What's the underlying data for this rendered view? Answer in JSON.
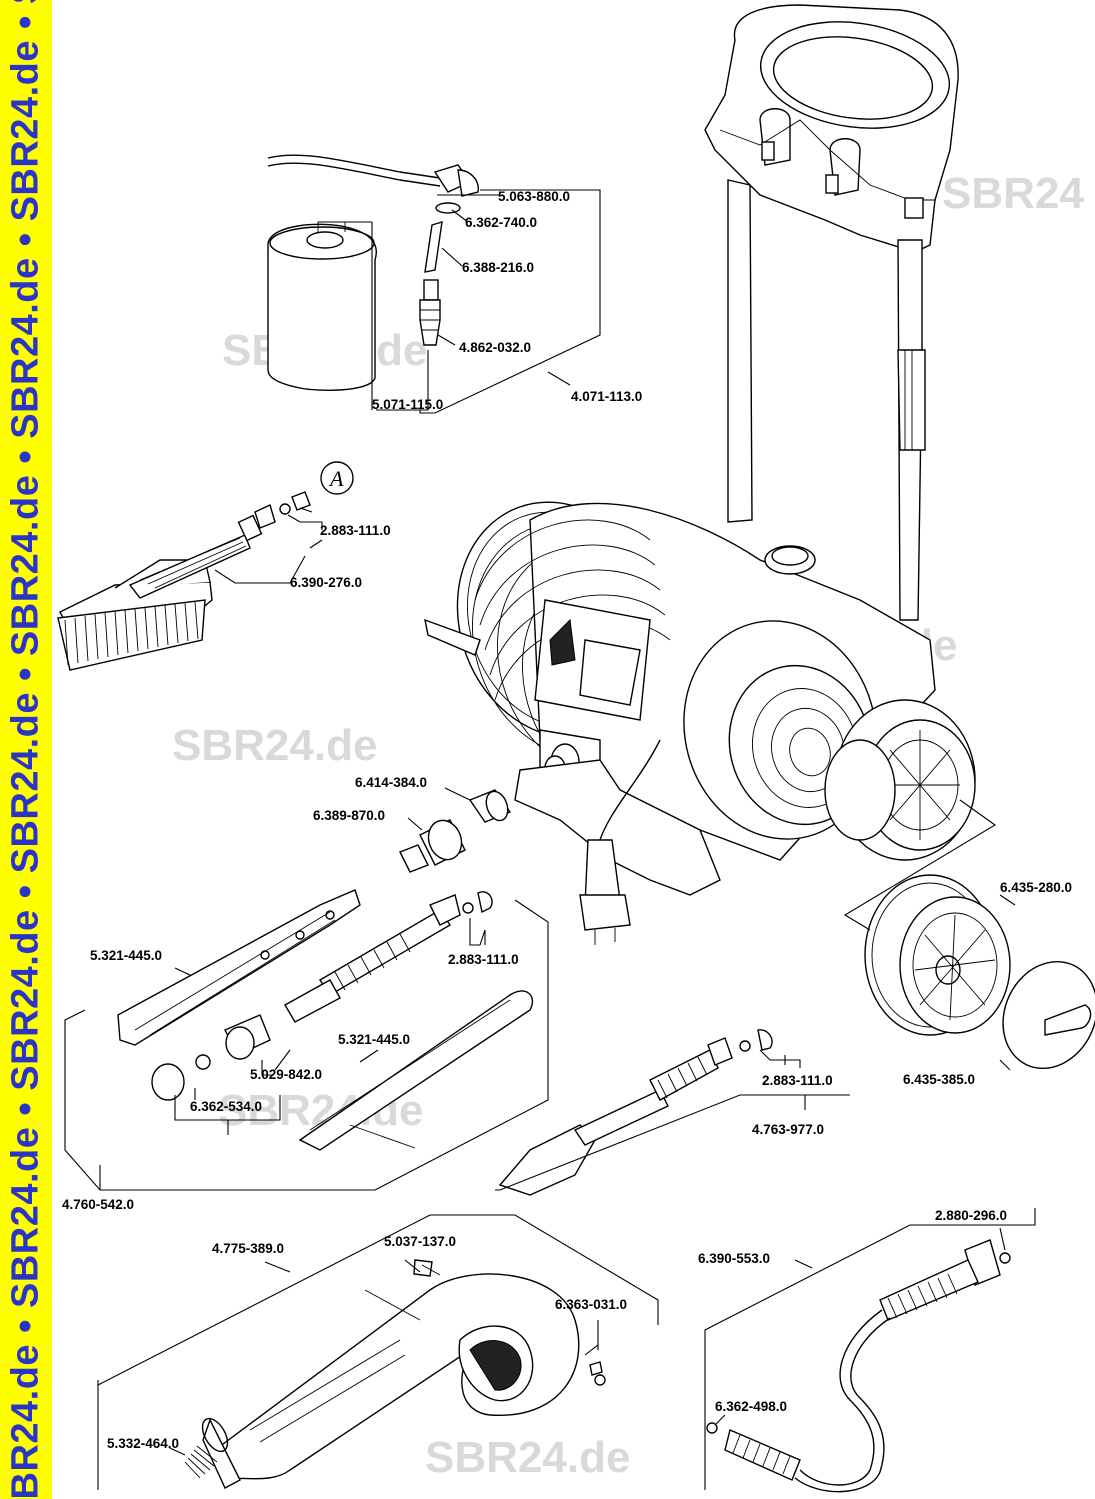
{
  "sidebar": {
    "watermark": "BR24.de • SBR24.de • SBR24.de • SBR24.de • SBR24.de • SBR24.de • SBR24.de • SBR24.de • SBR24.de • SBR24."
  },
  "watermarks": [
    "SBR24",
    "SBR24.de",
    "SBR24.de",
    "SBR24.de",
    "SBR24.de",
    "SBR24.de"
  ],
  "part_numbers": {
    "p_5063_880": "5.063-880.0",
    "p_6362_740": "6.362-740.0",
    "p_6388_216": "6.388-216.0",
    "p_4862_032": "4.862-032.0",
    "p_5071_115": "5.071-115.0",
    "p_4071_113": "4.071-113.0",
    "p_2883_111_a": "2.883-111.0",
    "p_6390_276": "6.390-276.0",
    "p_6414_384": "6.414-384.0",
    "p_6389_870": "6.389-870.0",
    "p_6435_280": "6.435-280.0",
    "p_5321_445_a": "5.321-445.0",
    "p_2883_111_b": "2.883-111.0",
    "p_5321_445_b": "5.321-445.0",
    "p_5029_842": "5.029-842.0",
    "p_6362_534": "6.362-534.0",
    "p_2883_111_c": "2.883-111.0",
    "p_6435_385": "6.435-385.0",
    "p_4763_977": "4.763-977.0",
    "p_4760_542": "4.760-542.0",
    "p_2880_296": "2.880-296.0",
    "p_4775_389": "4.775-389.0",
    "p_5037_137": "5.037-137.0",
    "p_6390_553": "6.390-553.0",
    "p_6363_031": "6.363-031.0",
    "p_6362_498": "6.362-498.0",
    "p_5332_464": "5.332-464.0"
  },
  "callout_letter": "A",
  "icons": {
    "pressure_washer": "pressure-washer-body-icon",
    "detergent_tank": "detergent-tank-icon",
    "brush": "wash-brush-icon",
    "wheel": "wheel-icon",
    "trigger_gun": "trigger-gun-icon",
    "hose": "high-pressure-hose-icon"
  },
  "colors": {
    "sidebar_bg": "#ffff00",
    "sidebar_text": "#2a35c8",
    "watermark": "#d9d9d9",
    "line": "#000000"
  }
}
